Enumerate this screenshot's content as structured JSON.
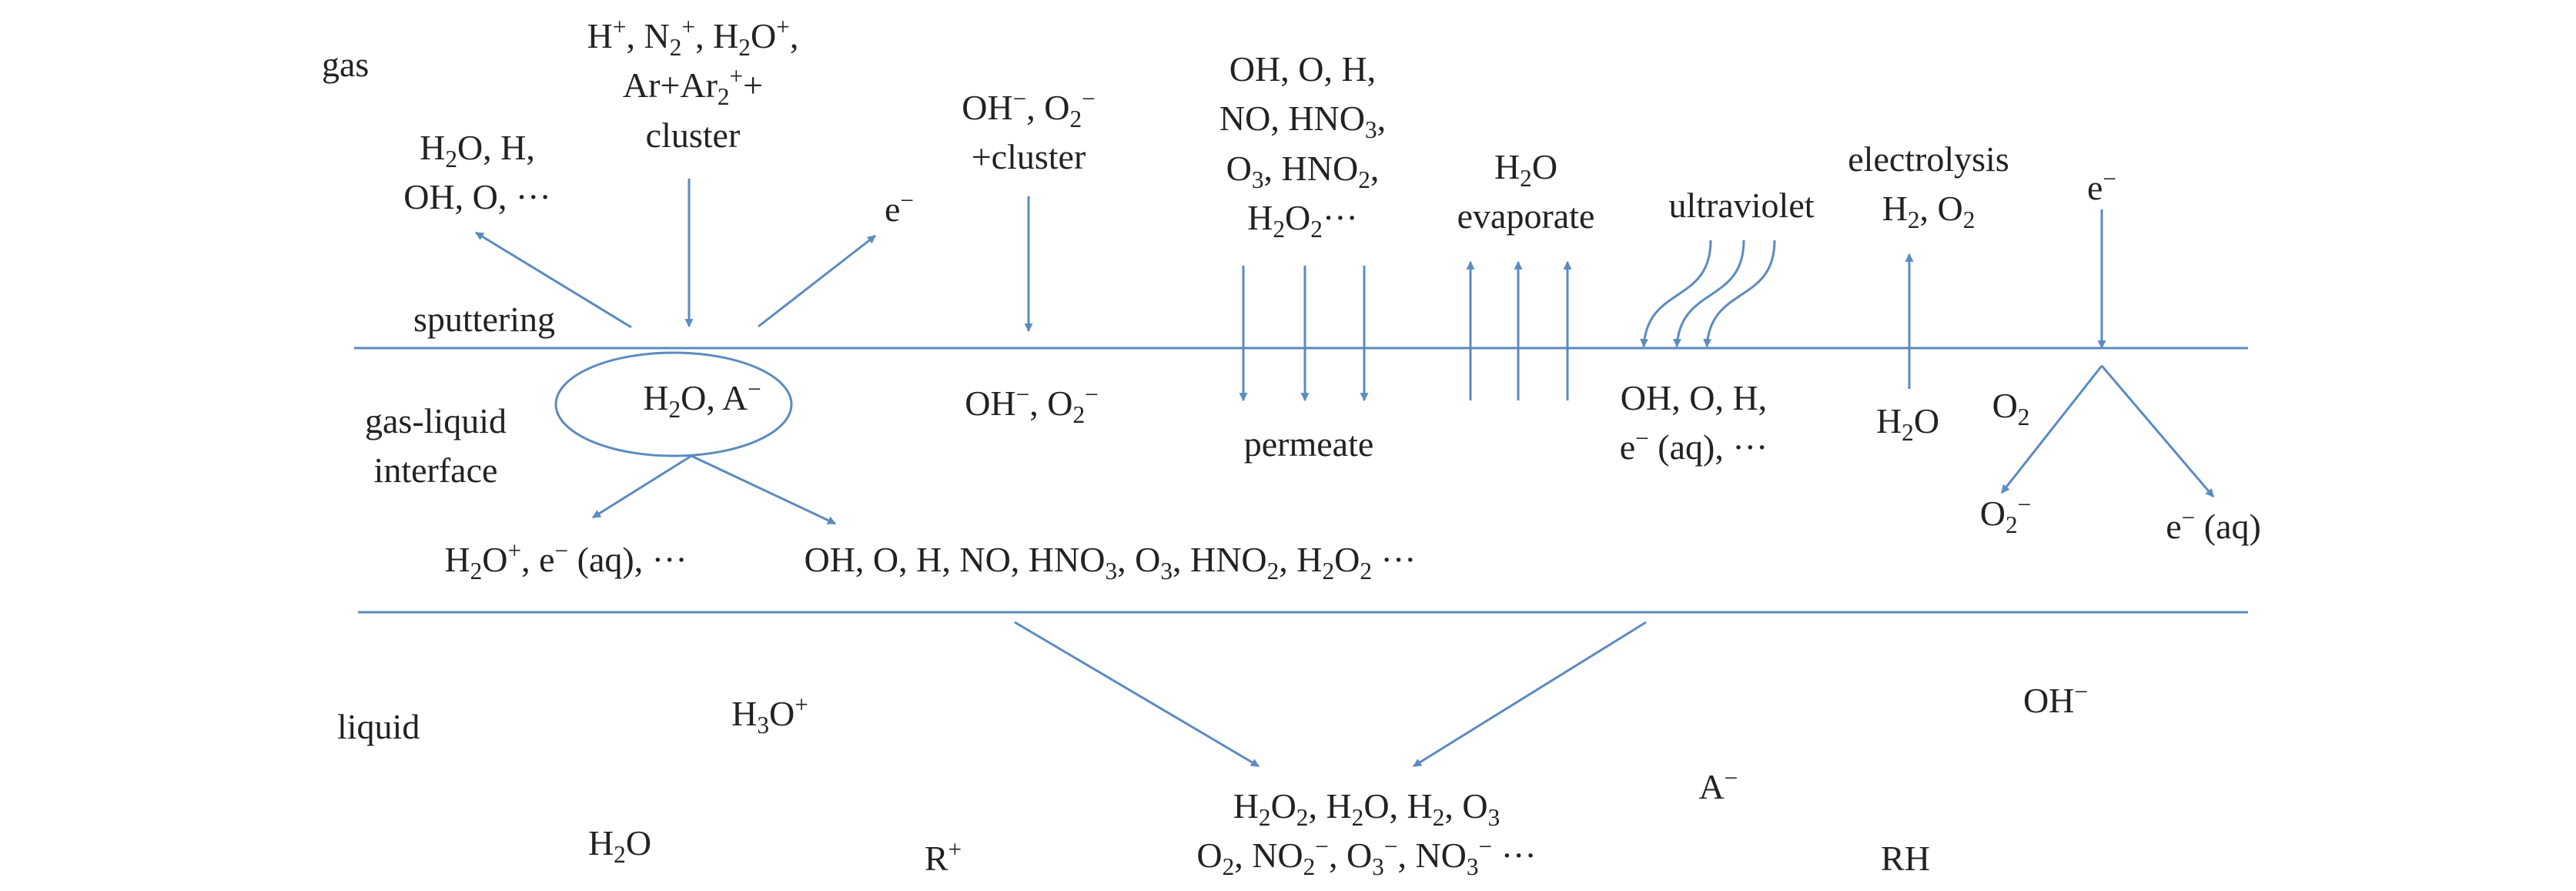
{
  "colors": {
    "line": "#5b8bbf",
    "text": "#222222",
    "background": "#ffffff"
  },
  "regions": {
    "gas": "gas",
    "interface": [
      "gas-liquid",
      "interface"
    ],
    "liquid": "liquid"
  },
  "gas_phase": {
    "sputtered": [
      "H<sub>2</sub>O, H,",
      "OH, O, ···"
    ],
    "sputtering": "sputtering",
    "ions": [
      "H<sup>+</sup>, N<sub>2</sub><sup>+</sup>, H<sub>2</sub>O<sup>+</sup>,",
      "Ar+Ar<sub>2</sub><sup>+</sup>+",
      "cluster"
    ],
    "electron": "e<sup>−</sup>",
    "anions": [
      "OH<sup>−</sup>, O<sub>2</sub><sup>−</sup>",
      "+cluster"
    ],
    "reactive_species": [
      "OH, O, H,",
      "NO, HNO<sub>3</sub>,",
      "O<sub>3</sub>, HNO<sub>2</sub>,",
      "H<sub>2</sub>O<sub>2</sub>···"
    ],
    "evaporate": [
      "H<sub>2</sub>O",
      "evaporate"
    ],
    "ultraviolet": "ultraviolet",
    "electrolysis": [
      "electrolysis",
      "H<sub>2</sub>, O<sub>2</sub>"
    ],
    "electron_right": "e<sup>−</sup>"
  },
  "interface_phase": {
    "ellipse_species": "H<sub>2</sub>O, A<sup>−</sup>",
    "anions": "OH<sup>−</sup>, O<sub>2</sub><sup>−</sup>",
    "permeate": "permeate",
    "uv_products": [
      "OH, O, H,",
      "e<sup>−</sup> (aq), ···"
    ],
    "water": "H<sub>2</sub>O",
    "oxygen": "O<sub>2</sub>",
    "superoxide": "O<sub>2</sub><sup>−</sup>",
    "solvated_electron": "e<sup>−</sup> (aq)",
    "products_left": "H<sub>2</sub>O<sup>+</sup>, e<sup>−</sup> (aq), ···",
    "products_right": "OH, O, H, NO, HNO<sub>3</sub>, O<sub>3</sub>, HNO<sub>2</sub>, H<sub>2</sub>O<sub>2</sub> ···"
  },
  "liquid_phase": {
    "hydronium": "H<sub>3</sub>O<sup>+</sup>",
    "hydroxide": "OH<sup>−</sup>",
    "anion": "A<sup>−</sup>",
    "water": "H<sub>2</sub>O",
    "cation": "R<sup>+</sup>",
    "final_products": [
      "H<sub>2</sub>O<sub>2</sub>, H<sub>2</sub>O, H<sub>2</sub>, O<sub>3</sub>",
      "O<sub>2</sub>, NO<sub>2</sub><sup>−</sup>, O<sub>3</sub><sup>−</sup>, NO<sub>3</sub><sup>−</sup> ···"
    ],
    "organic": "RH"
  }
}
